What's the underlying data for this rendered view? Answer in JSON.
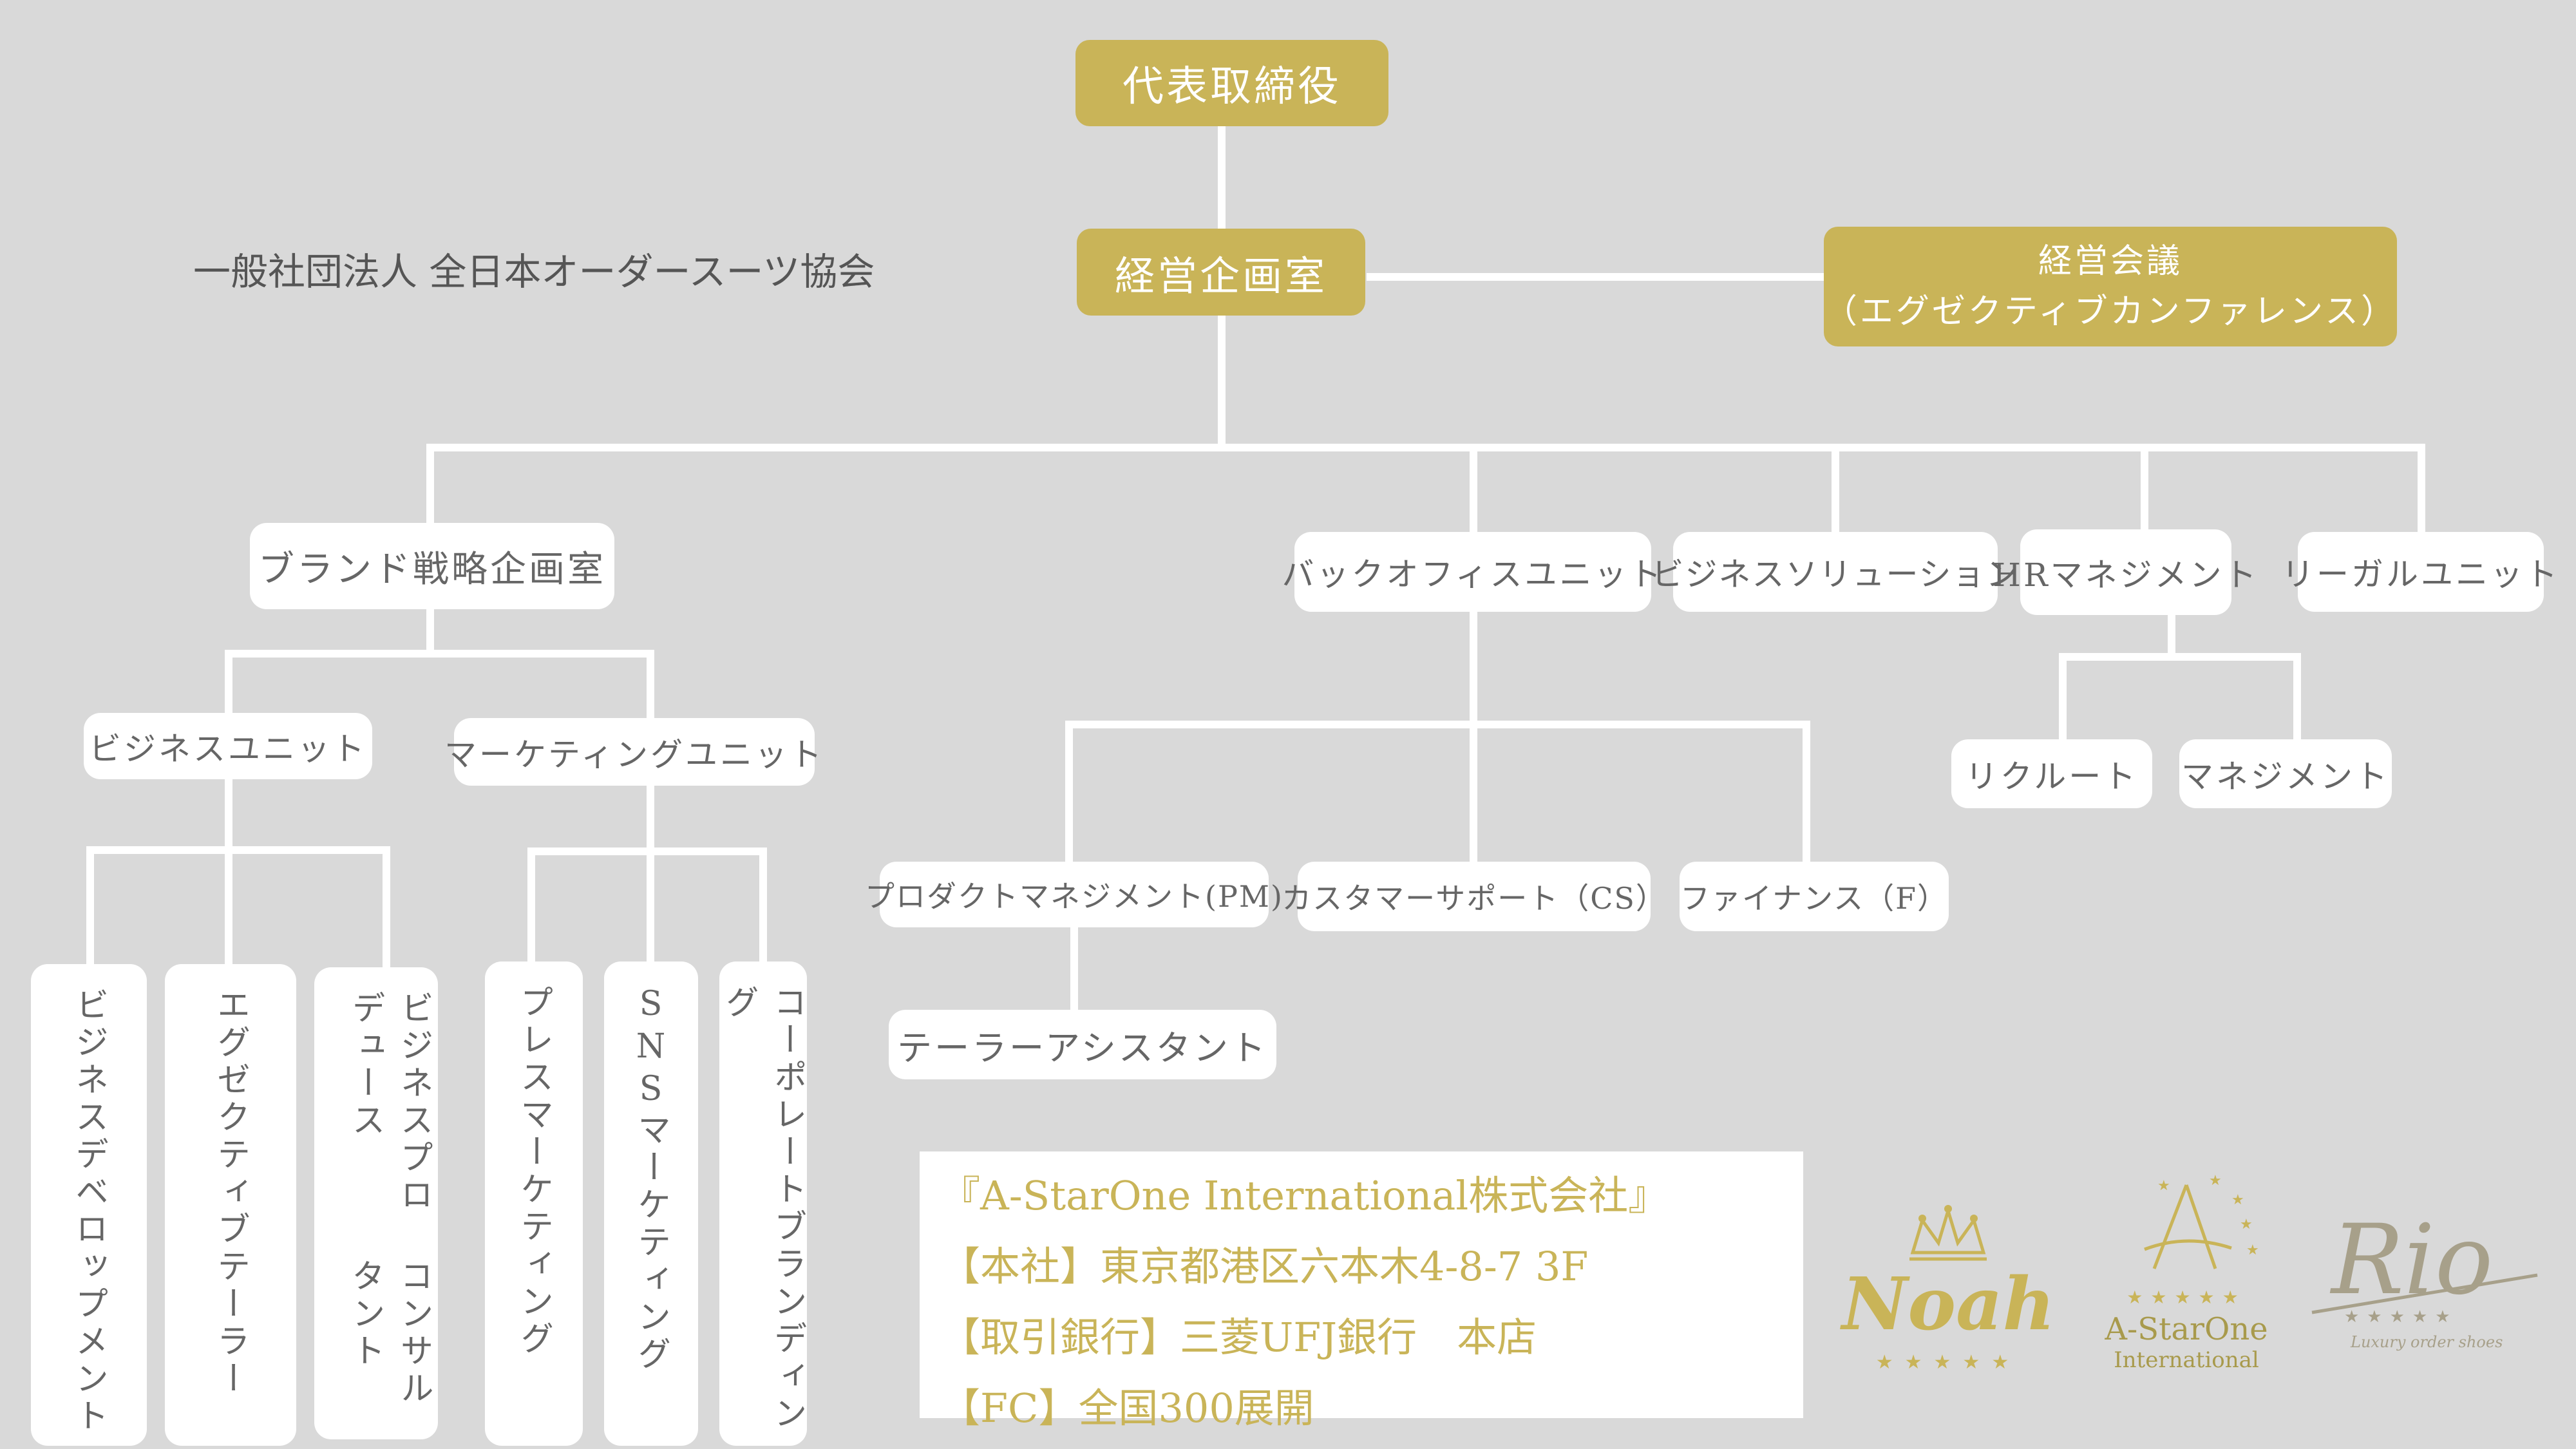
{
  "org_name": "一般社団法人 全日本オーダースーツ協会",
  "nodes": {
    "ceo": "代表取締役",
    "planning": "経営企画室",
    "council_line1": "経営会議",
    "council_line2": "（エグゼクティブカンファレンス）",
    "brand": "ブランド戦略企画室",
    "business_unit": "ビジネスユニット",
    "marketing_unit": "マーケティングユニット",
    "biz_dev": "ビジネスデベロップメント",
    "exec_tailor": "エグゼクティブテーラー",
    "consultant_1": "コンサルタント",
    "consultant_2": "ビジネスプロデュース",
    "press": "プレスマーケティング",
    "sns": "SNSマーケティング",
    "corporate": "コーポレートブランディング",
    "backoffice": "バックオフィスユニット",
    "biz_solution": "ビジネスソリューション",
    "hr": "HRマネジメント",
    "legal": "リーガルユニット",
    "pm": "プロダクトマネジメント(PM)",
    "cs": "カスタマーサポート（CS）",
    "finance": "ファイナンス（F）",
    "tailor_assistant": "テーラーアシスタント",
    "recruit": "リクルート",
    "management": "マネジメント"
  },
  "company": {
    "name": "『A-StarOne International株式会社』",
    "hq": "【本社】東京都港区六本木4-8-7 3F",
    "bank": "【取引銀行】三菱UFJ銀行　本店",
    "fc": "【FC】全国300展開"
  },
  "logos": {
    "noah": "Noah",
    "astar_1": "A-StarOne",
    "astar_2": "International",
    "rio": "Rio",
    "rio_sub": "Luxury order shoes"
  },
  "colors": {
    "gold": "#c9b458",
    "background": "#d9d9d9",
    "box": "#ffffff",
    "text": "#666666"
  }
}
